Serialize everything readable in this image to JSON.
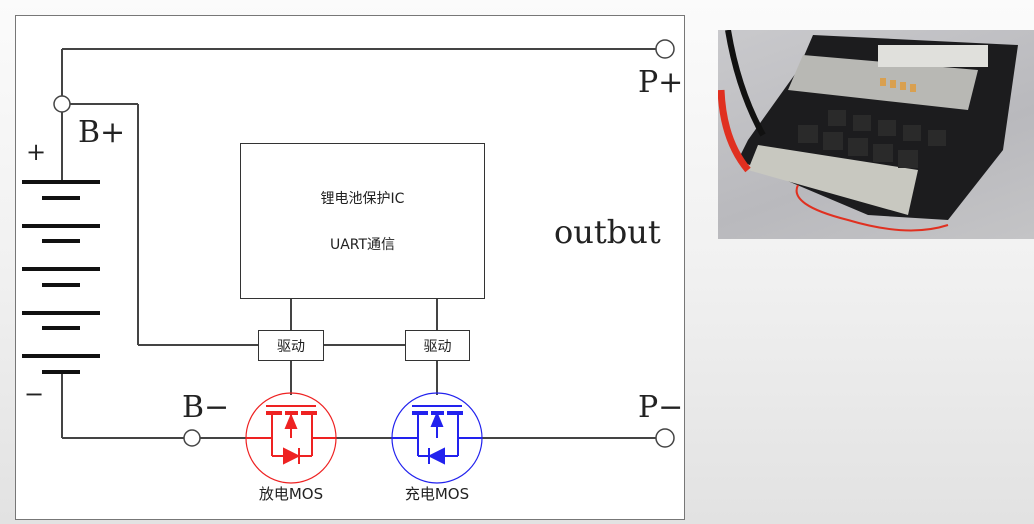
{
  "diagram": {
    "labels": {
      "p_plus": "P+",
      "p_minus": "P−",
      "b_plus": "B+",
      "b_minus": "B−",
      "battery_plus": "+",
      "battery_minus": "−",
      "output": "outbut"
    },
    "ic_box": {
      "line1": "锂电池保护IC",
      "line2": "UART通信"
    },
    "drivers": [
      {
        "label": "驱动"
      },
      {
        "label": "驱动"
      }
    ],
    "mosfets": [
      {
        "label": "放电MOS",
        "color": "#ee2222"
      },
      {
        "label": "充电MOS",
        "color": "#2222ee"
      }
    ]
  },
  "photo": {
    "subject": "bms-board-photo"
  }
}
